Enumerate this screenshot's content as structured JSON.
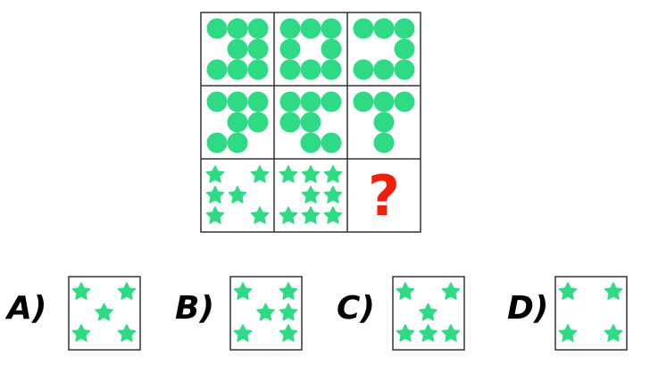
{
  "colors": {
    "shape": "#2EDB84",
    "border": "#333333",
    "question": "#F01E0A"
  },
  "question_mark": "?",
  "matrix": [
    [
      "circles",
      [
        [
          0,
          0
        ],
        [
          1,
          0
        ],
        [
          2,
          0
        ],
        [
          1,
          1
        ],
        [
          2,
          1
        ],
        [
          0,
          2
        ],
        [
          1,
          2
        ],
        [
          2,
          2
        ]
      ]
    ],
    [
      "circles",
      [
        [
          0,
          0
        ],
        [
          1,
          0
        ],
        [
          2,
          0
        ],
        [
          0,
          1
        ],
        [
          2,
          1
        ],
        [
          0,
          2
        ],
        [
          1,
          2
        ],
        [
          2,
          2
        ]
      ]
    ],
    [
      "circles",
      [
        [
          0,
          0
        ],
        [
          1,
          0
        ],
        [
          2,
          0
        ],
        [
          2,
          1
        ],
        [
          0,
          2
        ],
        [
          1,
          2
        ],
        [
          2,
          2
        ]
      ]
    ],
    [
      "circles",
      [
        [
          0,
          0
        ],
        [
          1,
          0
        ],
        [
          2,
          0
        ],
        [
          1,
          1
        ],
        [
          2,
          1
        ],
        [
          0,
          2
        ],
        [
          1,
          2
        ]
      ]
    ],
    [
      "circles",
      [
        [
          0,
          0
        ],
        [
          1,
          0
        ],
        [
          2,
          0
        ],
        [
          0,
          1
        ],
        [
          1,
          1
        ],
        [
          1,
          2
        ],
        [
          2,
          2
        ]
      ]
    ],
    [
      "circles",
      [
        [
          0,
          0
        ],
        [
          1,
          0
        ],
        [
          2,
          0
        ],
        [
          1,
          1
        ],
        [
          1,
          2
        ]
      ]
    ],
    [
      "stars",
      [
        [
          0,
          0
        ],
        [
          2,
          0
        ],
        [
          0,
          1
        ],
        [
          1,
          1
        ],
        [
          0,
          2
        ],
        [
          2,
          2
        ]
      ]
    ],
    [
      "stars",
      [
        [
          0,
          0
        ],
        [
          1,
          0
        ],
        [
          2,
          0
        ],
        [
          1,
          1
        ],
        [
          2,
          1
        ],
        [
          0,
          2
        ],
        [
          1,
          2
        ],
        [
          2,
          2
        ]
      ]
    ],
    [
      "question",
      []
    ]
  ],
  "options": [
    {
      "label": "A)",
      "stars": [
        [
          0,
          0
        ],
        [
          2,
          0
        ],
        [
          1,
          1
        ],
        [
          0,
          2
        ],
        [
          2,
          2
        ]
      ]
    },
    {
      "label": "B)",
      "stars": [
        [
          0,
          0
        ],
        [
          2,
          0
        ],
        [
          1,
          1
        ],
        [
          2,
          1
        ],
        [
          0,
          2
        ],
        [
          2,
          2
        ]
      ]
    },
    {
      "label": "C)",
      "stars": [
        [
          0,
          0
        ],
        [
          2,
          0
        ],
        [
          1,
          1
        ],
        [
          0,
          2
        ],
        [
          1,
          2
        ],
        [
          2,
          2
        ]
      ]
    },
    {
      "label": "D)",
      "stars": [
        [
          0,
          0
        ],
        [
          2,
          0
        ],
        [
          0,
          2
        ],
        [
          2,
          2
        ]
      ]
    }
  ]
}
